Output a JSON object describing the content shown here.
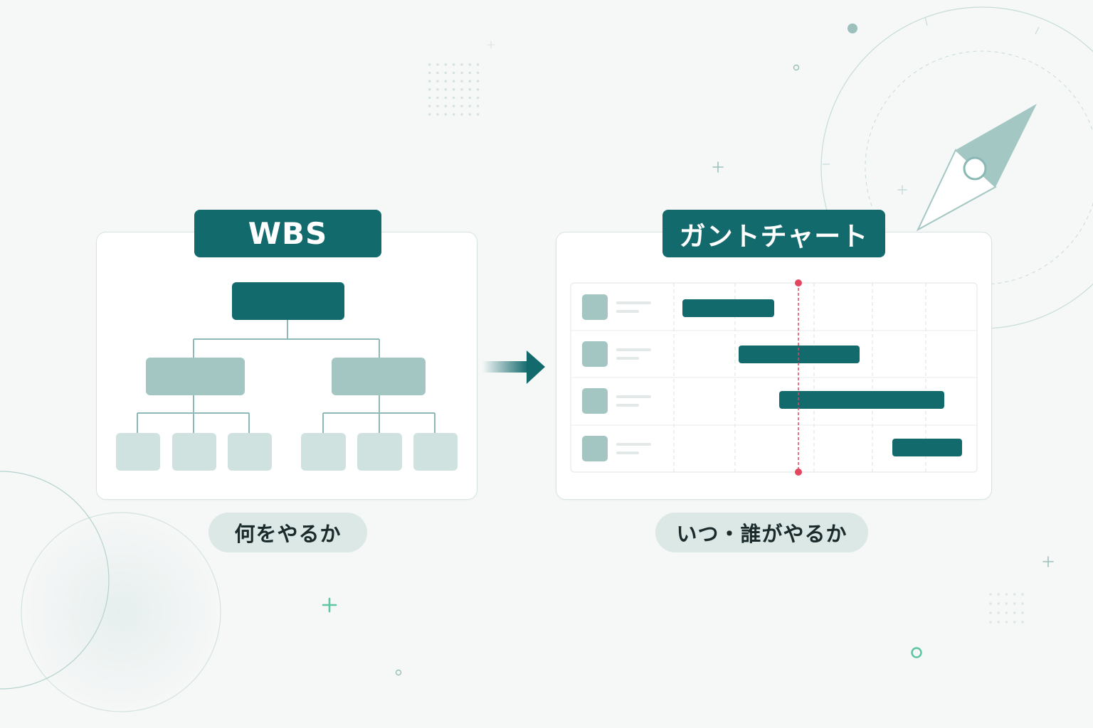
{
  "colors": {
    "accent": "#126a6d",
    "node_mid": "#a3c6c3",
    "node_light": "#cfe2df",
    "connector": "#8fb9b6",
    "today_marker": "#e2475f",
    "highlight": "#5ec7a1",
    "caption_pill": "#dbe8e6",
    "background": "#f6f7f7"
  },
  "wbs": {
    "title": "WBS",
    "caption": "何をやるか"
  },
  "gantt": {
    "title": "ガントチャート",
    "caption": "いつ・誰がやるか"
  },
  "icons": {
    "transition": "arrow-right-icon",
    "decoration": "compass-needle-icon"
  }
}
